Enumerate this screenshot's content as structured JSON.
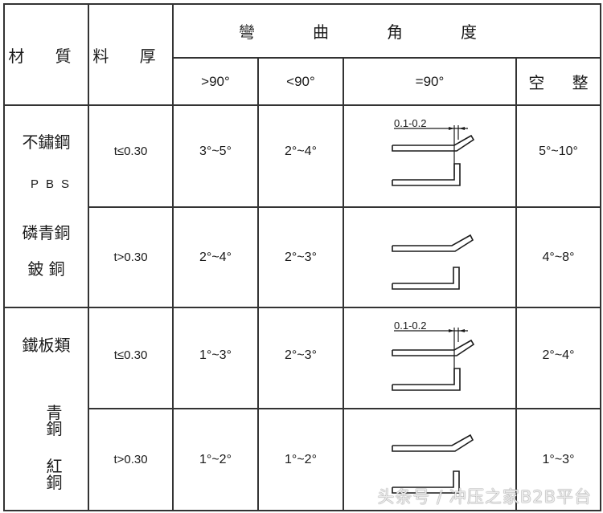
{
  "header": {
    "material": "材 質",
    "thickness": "料 厚",
    "bend_angle": "彎曲角度",
    "columns": [
      ">90°",
      "<90°",
      "=90°",
      "空 整"
    ]
  },
  "groups": [
    {
      "materials": [
        "不鏽鋼",
        "PBS",
        "磷青銅",
        "鈹 銅"
      ],
      "rows": [
        {
          "thickness": "t≤0.30",
          "gt90": "3°~5°",
          "lt90": "2°~4°",
          "diagram": "with-dimension",
          "dimension_label": "0.1-0.2",
          "flatten": "5°~10°"
        },
        {
          "thickness": "t>0.30",
          "gt90": "2°~4°",
          "lt90": "2°~3°",
          "diagram": "plain",
          "flatten": "4°~8°"
        }
      ]
    },
    {
      "materials": [
        "鐵板類",
        "青 銅",
        "紅 銅"
      ],
      "rows": [
        {
          "thickness": "t≤0.30",
          "gt90": "1°~3°",
          "lt90": "2°~3°",
          "diagram": "with-dimension",
          "dimension_label": "0.1-0.2",
          "flatten": "2°~4°"
        },
        {
          "thickness": "t>0.30",
          "gt90": "1°~2°",
          "lt90": "1°~2°",
          "diagram": "plain",
          "flatten": "1°~3°"
        }
      ]
    }
  ],
  "watermark": "头条号 / 冲压之家B2B平台",
  "colors": {
    "grid": "#333333",
    "text": "#1a1a1a",
    "background": "#ffffff"
  }
}
